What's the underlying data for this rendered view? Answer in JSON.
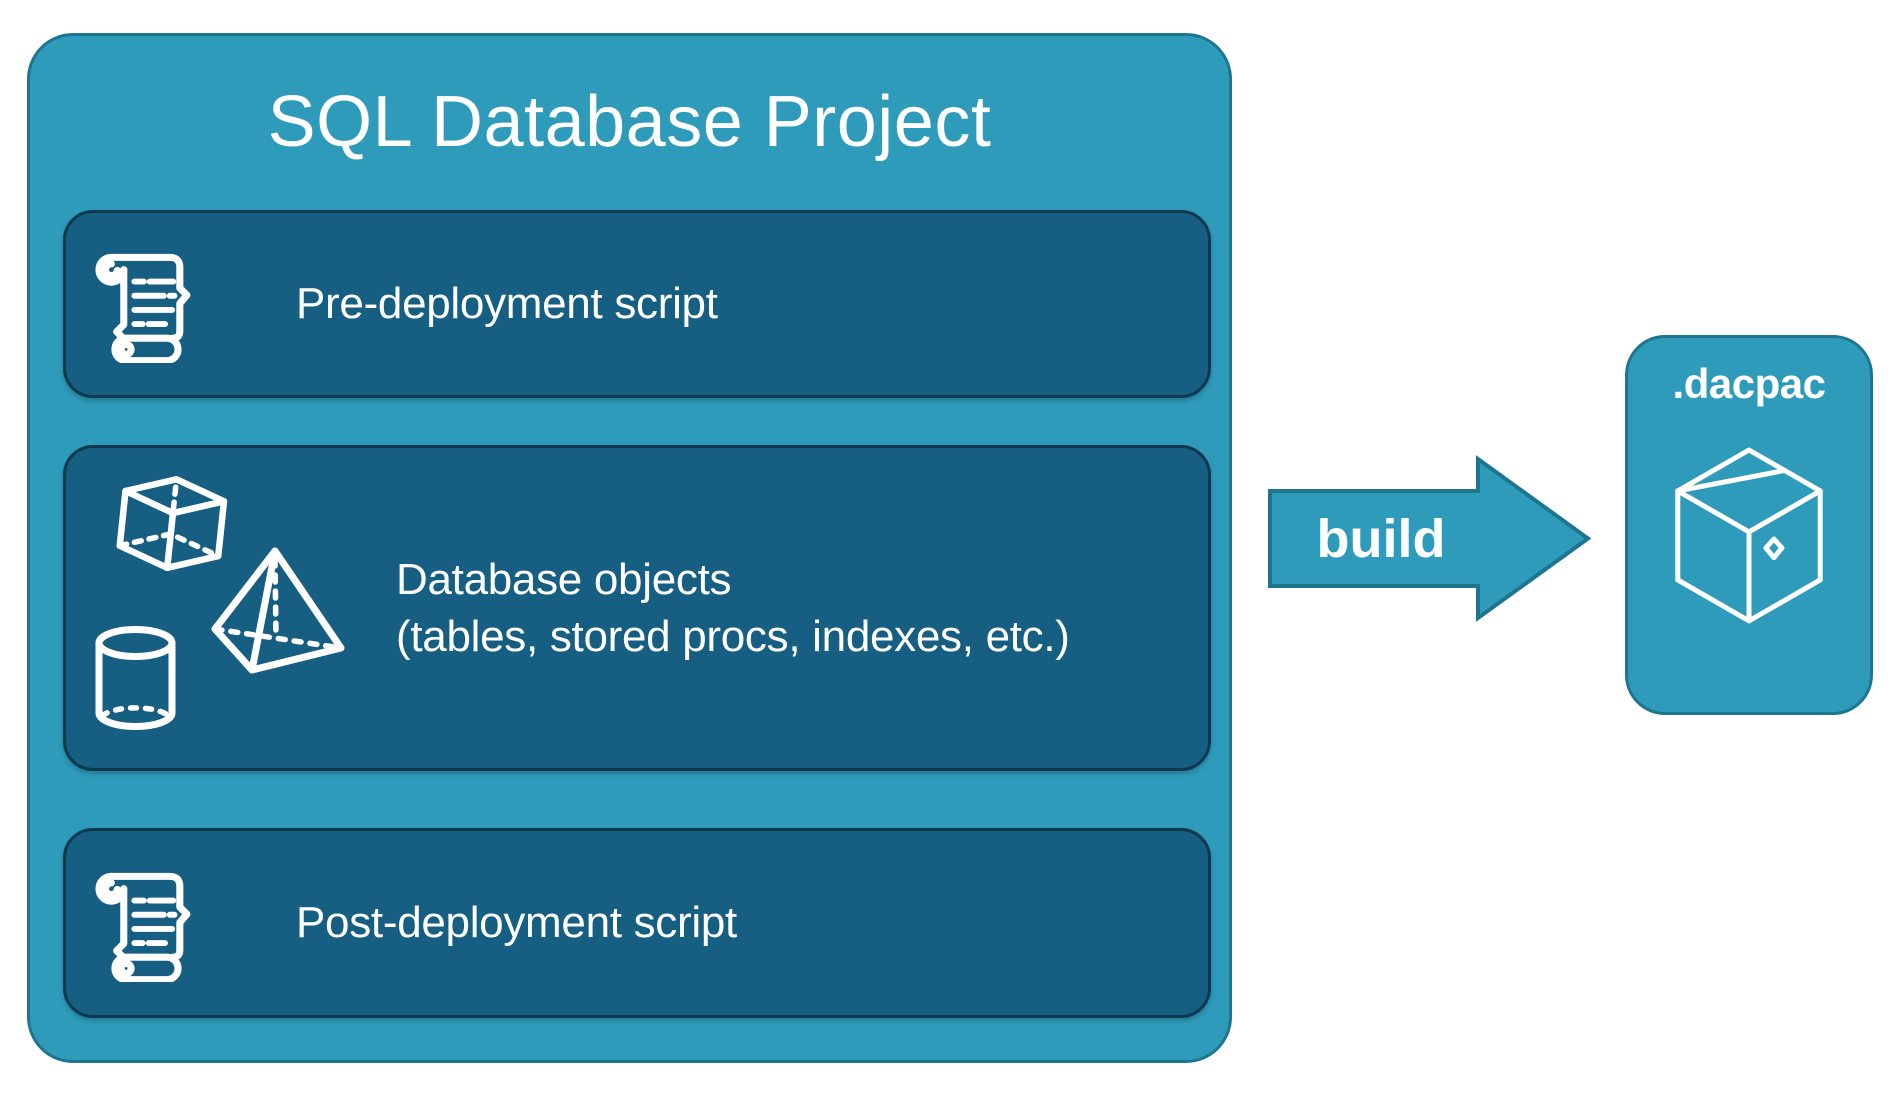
{
  "colors": {
    "teal": "#2E9BBA",
    "teal_border": "#1E7590",
    "panel": "#175F82",
    "panel_border": "#0C3950",
    "text": "#FFFFFF",
    "page_bg": "#FFFFFF"
  },
  "project": {
    "title": "SQL Database Project",
    "panels": [
      {
        "label": "Pre-deployment script",
        "icon": "scroll-icon"
      },
      {
        "label_line1": "Database objects",
        "label_line2": "(tables, stored procs, indexes, etc.)",
        "icons": [
          "cube-icon",
          "pyramid-icon",
          "cylinder-icon"
        ]
      },
      {
        "label": "Post-deployment script",
        "icon": "scroll-icon"
      }
    ]
  },
  "arrow": {
    "label": "build"
  },
  "output": {
    "title": ".dacpac",
    "icon": "package-icon"
  }
}
